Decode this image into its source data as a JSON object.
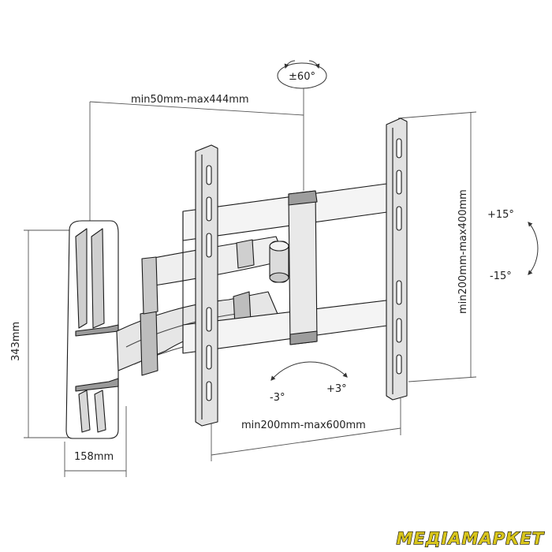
{
  "diagram": {
    "rotation_label": "±60°",
    "arm_extension_label": "min50mm-max444mm",
    "vertical_vesa_label": "min200mm-max400mm",
    "horizontal_vesa_label": "min200mm-max600mm",
    "tilt_up_label": "+15°",
    "tilt_down_label": "-15°",
    "swivel_left_label": "-3°",
    "swivel_right_label": "+3°",
    "wall_plate_height_label": "343mm",
    "wall_plate_width_label": "158mm"
  },
  "watermark": {
    "brand": "МЕДІАМАРКЕТ",
    "color": "#d8c51c"
  }
}
